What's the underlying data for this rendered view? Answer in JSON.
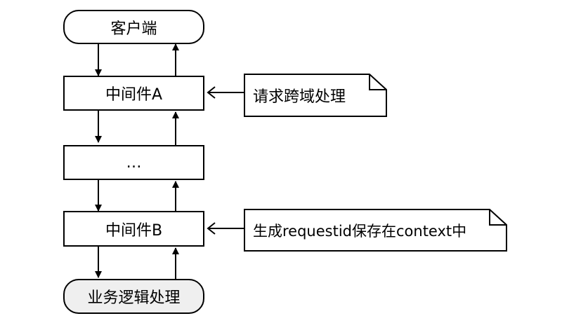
{
  "nodes": {
    "client": "客户端",
    "middleware_a": "中间件A",
    "ellipsis": "…",
    "middleware_b": "中间件B",
    "business": "业务逻辑处理"
  },
  "notes": {
    "note_a": "请求跨域处理",
    "note_b": "生成requestid保存在context中"
  }
}
